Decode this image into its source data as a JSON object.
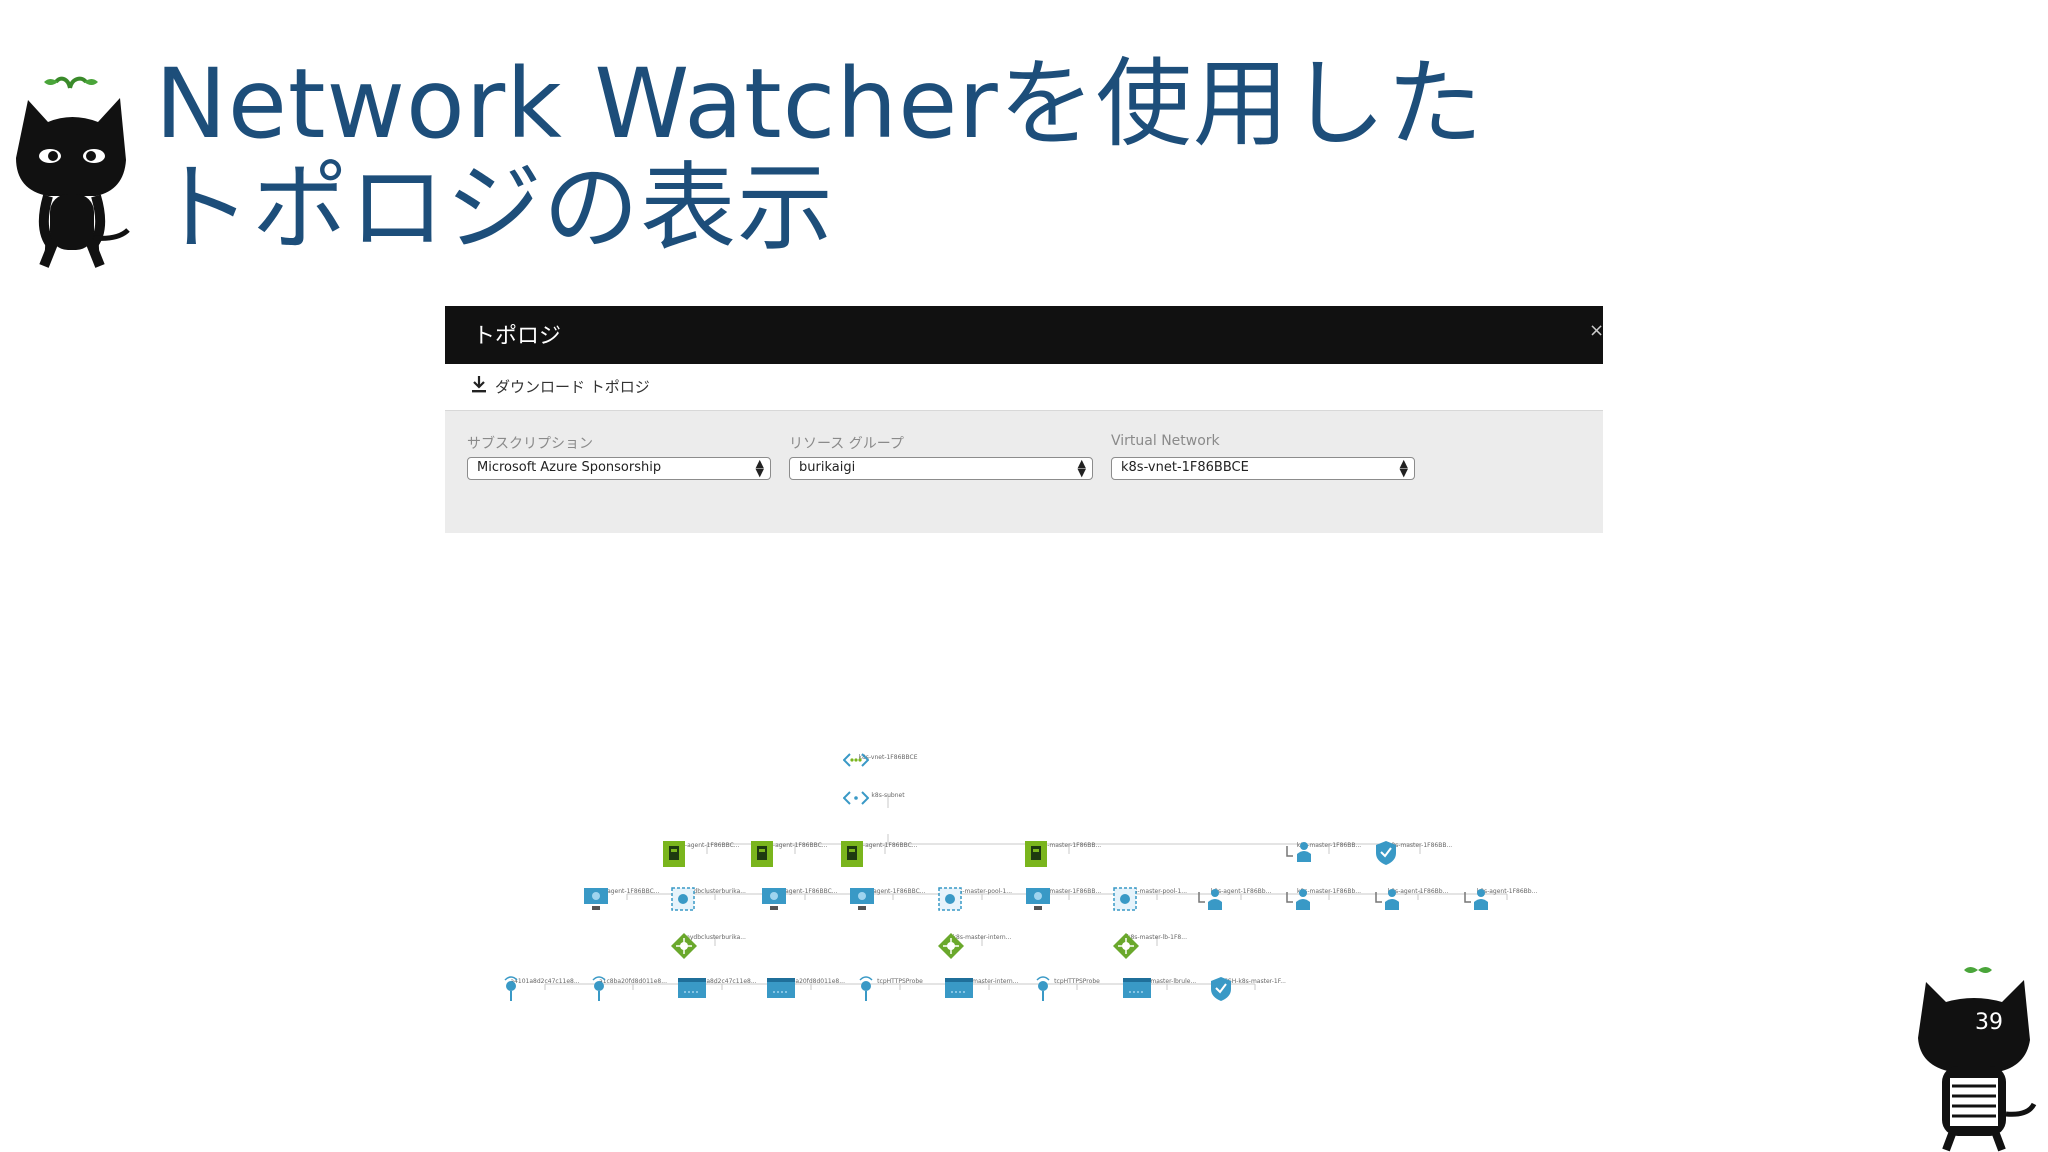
{
  "slide": {
    "title_line1": "Network Watcherを使用した",
    "title_line2": "トポロジの表示",
    "page_number": "39"
  },
  "panel": {
    "title": "トポロジ",
    "close_label": "×",
    "download_label": "ダウンロード トポロジ"
  },
  "filters": {
    "subscription": {
      "label": "サブスクリプション",
      "value": "Microsoft Azure Sponsorship"
    },
    "resource_group": {
      "label": "リソース グループ",
      "value": "burikaigi"
    },
    "virtual_network": {
      "label": "Virtual Network",
      "value": "k8s-vnet-1F86BBCE"
    }
  },
  "colors": {
    "title": "#1d4e7a",
    "panel_header": "#111111",
    "filter_bg": "#ececec",
    "vm_green": "#7ab51d",
    "azure_blue": "#3999c6",
    "lb_green": "#6aa82c"
  },
  "topology": {
    "vnet": {
      "icon": "vnet-icon",
      "label": "k8s-vnet-1F86BBCE"
    },
    "subnet": {
      "icon": "subnet-icon",
      "label": "k8s-subnet"
    },
    "row1": [
      {
        "icon": "vm-icon",
        "label": "k8s-agent-1F86BBC..."
      },
      {
        "icon": "vm-icon",
        "label": "k8s-agent-1F86BBC..."
      },
      {
        "icon": "vm-icon",
        "label": "k8s-agent-1F86BBC..."
      },
      {
        "icon": "vm-icon",
        "label": "k8s-master-1F86BB..."
      },
      {
        "icon": "availability-set-icon",
        "label": "k8s-master-1F86BB..."
      },
      {
        "icon": "nsg-shield-icon",
        "label": "k8s-master-1F86BB..."
      }
    ],
    "row2": [
      {
        "icon": "nic-icon",
        "label": "k8s-agent-1F86BBC..."
      },
      {
        "icon": "service-icon",
        "label": "mydbclusterburika..."
      },
      {
        "icon": "nic-icon",
        "label": "k8s-agent-1F86BBC..."
      },
      {
        "icon": "nic-icon",
        "label": "k8s-agent-1F86BBC..."
      },
      {
        "icon": "service-icon",
        "label": "k8s-master-pool-1..."
      },
      {
        "icon": "nic-icon",
        "label": "k8s-master-1F86BB..."
      },
      {
        "icon": "service-icon",
        "label": "k8s-master-pool-1..."
      },
      {
        "icon": "user-icon",
        "label": "k8s-agent-1F86Bb..."
      },
      {
        "icon": "user-icon",
        "label": "k8s-master-1F86Bb..."
      },
      {
        "icon": "user-icon",
        "label": "k8s-agent-1F86Bb..."
      },
      {
        "icon": "user-icon",
        "label": "k8s-agent-1F86Bb..."
      }
    ],
    "row3": [
      {
        "icon": "load-balancer-icon",
        "label": "mydbclusterburika..."
      },
      {
        "icon": "load-balancer-icon",
        "label": "k8s-master-intern..."
      },
      {
        "icon": "load-balancer-icon",
        "label": "k8s-master-lb-1F8..."
      }
    ],
    "row4": [
      {
        "icon": "public-ip-icon",
        "label": "a4101a8d2c47c11e8..."
      },
      {
        "icon": "public-ip-icon",
        "label": "a1c8ba20fd8d011e8..."
      },
      {
        "icon": "lb-rule-icon",
        "label": "a4101a8d2c47c11e8..."
      },
      {
        "icon": "lb-rule-icon",
        "label": "a1c8ba20fd8d011e8..."
      },
      {
        "icon": "public-ip-icon",
        "label": "tcpHTTPSProbe"
      },
      {
        "icon": "lb-rule-icon",
        "label": "k8s-master-intern..."
      },
      {
        "icon": "public-ip-icon",
        "label": "tcpHTTPSProbe"
      },
      {
        "icon": "lb-rule-icon",
        "label": "k8s-master-lbrule..."
      },
      {
        "icon": "nsg-shield-icon",
        "label": "SSH-k8s-master-1F..."
      }
    ]
  }
}
